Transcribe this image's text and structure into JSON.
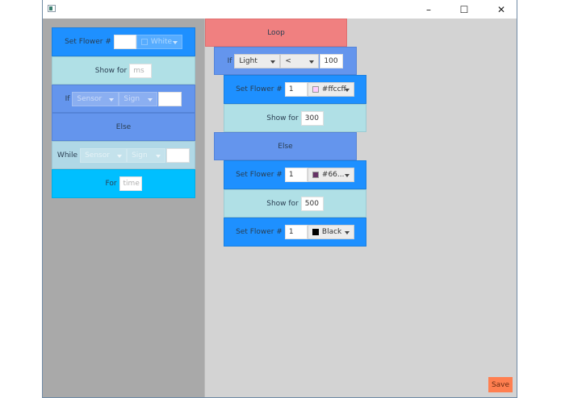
{
  "window": {
    "title": "",
    "controls": {
      "minimize": "–",
      "maximize": "☐",
      "close": "✕"
    }
  },
  "palette": {
    "set_flower": {
      "label": "Set Flower #",
      "number_value": "",
      "color_value": "White"
    },
    "show_for": {
      "label": "Show for",
      "placeholder": "ms"
    },
    "if": {
      "label": "If",
      "sensor_placeholder": "Sensor",
      "sign_placeholder": "Sign",
      "value": ""
    },
    "else": {
      "label": "Else"
    },
    "while": {
      "label": "While",
      "sensor_placeholder": "Sensor",
      "sign_placeholder": "Sign",
      "value": ""
    },
    "for": {
      "label": "For",
      "placeholder": "time"
    }
  },
  "program": {
    "loop": {
      "label": "Loop"
    },
    "if": {
      "label": "If",
      "sensor": "Light",
      "sign": "<",
      "value": "100"
    },
    "set_flower_1": {
      "label": "Set Flower #",
      "number": "1",
      "color": "#ffccff",
      "swatch": "#ffccff"
    },
    "show_for_1": {
      "label": "Show for",
      "value": "300"
    },
    "else": {
      "label": "Else"
    },
    "set_flower_2": {
      "label": "Set Flower #",
      "number": "1",
      "color": "#66...",
      "swatch": "#663366"
    },
    "show_for_2": {
      "label": "Show for",
      "value": "500"
    },
    "set_flower_3": {
      "label": "Set Flower #",
      "number": "1",
      "color": "Black",
      "swatch": "#000000"
    }
  },
  "footer": {
    "save_label": "Save"
  }
}
